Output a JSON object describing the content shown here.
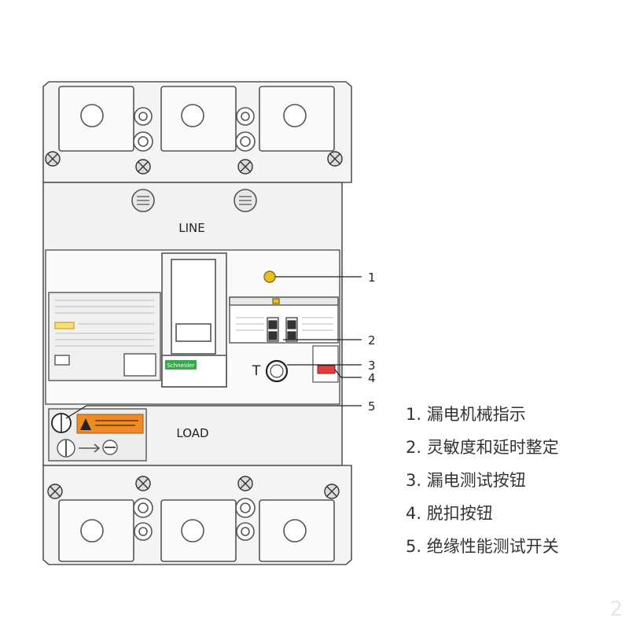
{
  "diagram": {
    "line_label": "LINE",
    "load_label": "LOAD",
    "brand_label": "Schneider",
    "callouts": [
      "1",
      "2",
      "3",
      "4",
      "5"
    ],
    "test_button_mark": "T",
    "colors": {
      "outline": "#555555",
      "body_fill": "#f2f2f2",
      "indicator_yellow": "#e8c21a",
      "trip_red": "#e0403a",
      "warning_orange": "#f08a24",
      "brand_green": "#3aa84a"
    }
  },
  "legend": {
    "items": [
      "1. 漏电机械指示",
      "2. 灵敏度和延时整定",
      "3. 漏电测试按钮",
      "4. 脱扣按钮",
      "5. 绝缘性能测试开关"
    ]
  },
  "page_number": "2"
}
